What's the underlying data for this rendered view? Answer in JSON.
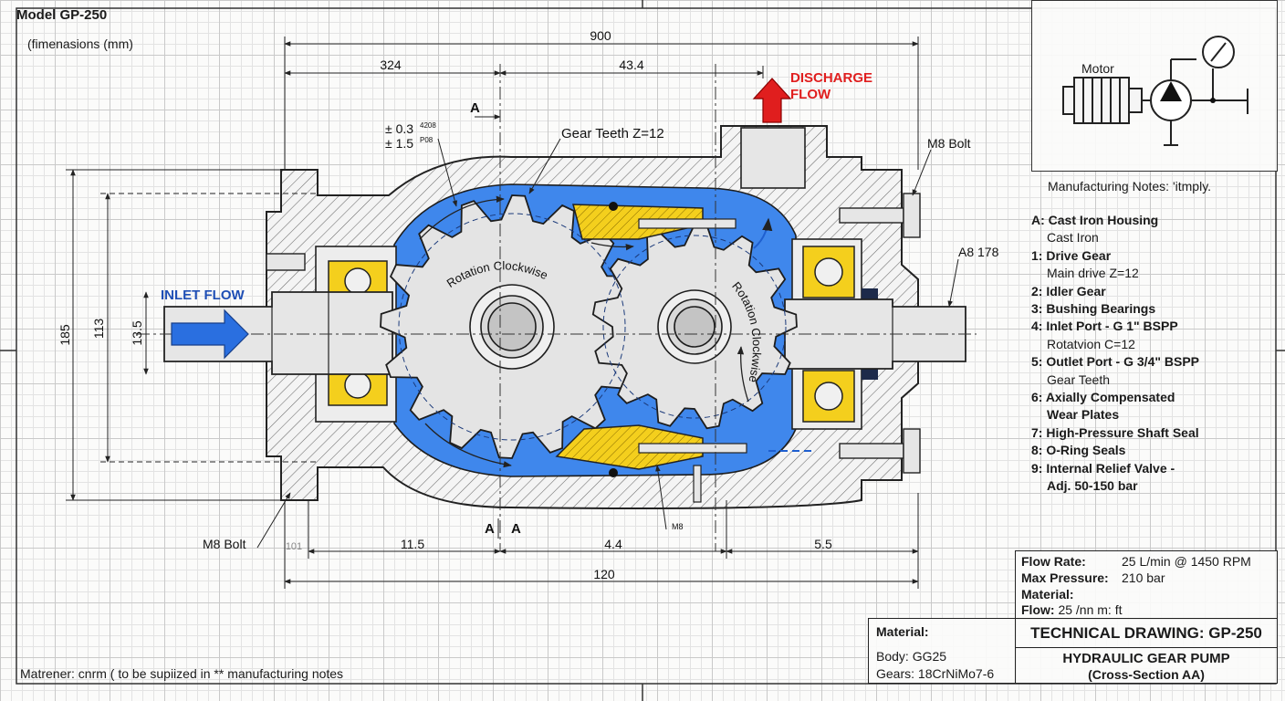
{
  "header": {
    "model": "Model GP-250",
    "units": "(fimenasions (mm)"
  },
  "footer_note": "Matrener: cnrm ( to be supiized in ** manufacturing notes",
  "dimensions": {
    "top_overall": "900",
    "top_left": "324",
    "top_right": "43.4",
    "bottom_overall": "120",
    "bottom_small": "101",
    "bottom_1": "11.5",
    "bottom_2": "4.4",
    "bottom_3": "5.5",
    "left_185": "185",
    "left_113": "113",
    "left_13_5": "13.5",
    "tol_1": "± 0.3",
    "tol_1_sup": "4208",
    "tol_2": "± 1.5",
    "tol_2_sup": "P08",
    "shaft_right": "A8 178",
    "small_tag": "M8"
  },
  "labels": {
    "inlet": "INLET FLOW",
    "discharge_1": "DISCHARGE",
    "discharge_2": "FLOW",
    "gear_teeth": "Gear Teeth Z=12",
    "m8_top": "M8 Bolt",
    "m8_bottom": "M8 Bolt",
    "rot_left": "Rotation Clockwise",
    "rot_right": "Rotation Clockwise",
    "section_top": "A",
    "section_bl": "A",
    "section_br": "A"
  },
  "motor_schematic": {
    "label": "Motor"
  },
  "manufacturing_notes": {
    "title": "Manufacturing Notes: 'itmply.",
    "items": [
      {
        "text": "A: Cast Iron Housing",
        "type": "part"
      },
      {
        "text": "Cast Iron",
        "type": "sub"
      },
      {
        "text": "1: Drive Gear",
        "type": "part"
      },
      {
        "text": "Main drive Z=12",
        "type": "sub"
      },
      {
        "text": "2: Idler Gear",
        "type": "part"
      },
      {
        "text": "3: Bushing Bearings",
        "type": "part"
      },
      {
        "text": "4: Inlet Port - G 1\" BSPP",
        "type": "part"
      },
      {
        "text": "Rotatvion C=12",
        "type": "sub"
      },
      {
        "text": "5: Outlet Port - G 3/4\" BSPP",
        "type": "part"
      },
      {
        "text": "Gear Teeth",
        "type": "sub"
      },
      {
        "text": "6: Axially Compensated",
        "type": "part"
      },
      {
        "text": "Wear Plates",
        "type": "sub"
      },
      {
        "text": "7: High-Pressure Shaft Seal",
        "type": "part"
      },
      {
        "text": "8: O-Ring Seals",
        "type": "part"
      },
      {
        "text": "9: Internal Relief Valve -",
        "type": "part"
      },
      {
        "text": "Adj. 50-150 bar",
        "type": "sub"
      }
    ]
  },
  "specs": {
    "flow_rate_label": "Flow Rate:",
    "flow_rate_value": "25 L/min @ 1450 RPM",
    "max_pressure_label": "Max Pressure:",
    "max_pressure_value": "210 bar",
    "material_label": "Material:",
    "flow_label": "Flow:",
    "flow_value": "25 /nn m: ft"
  },
  "materials_block": {
    "header": "Material:",
    "body": "Body: GG25",
    "gears": "Gears: 18CrNiMo7-6"
  },
  "title_block": {
    "title": "TECHNICAL DRAWING: GP-250",
    "subtitle": "HYDRAULIC GEAR PUMP",
    "section": "(Cross-Section AA)"
  },
  "colors": {
    "fluid": "#3f87ec",
    "bearing": "#f4cf1d",
    "steel": "#e6e6e6",
    "discharge": "#e01e1e",
    "inlet_arrow": "#2a6fe0",
    "inlet_text": "#1f4fb5"
  }
}
